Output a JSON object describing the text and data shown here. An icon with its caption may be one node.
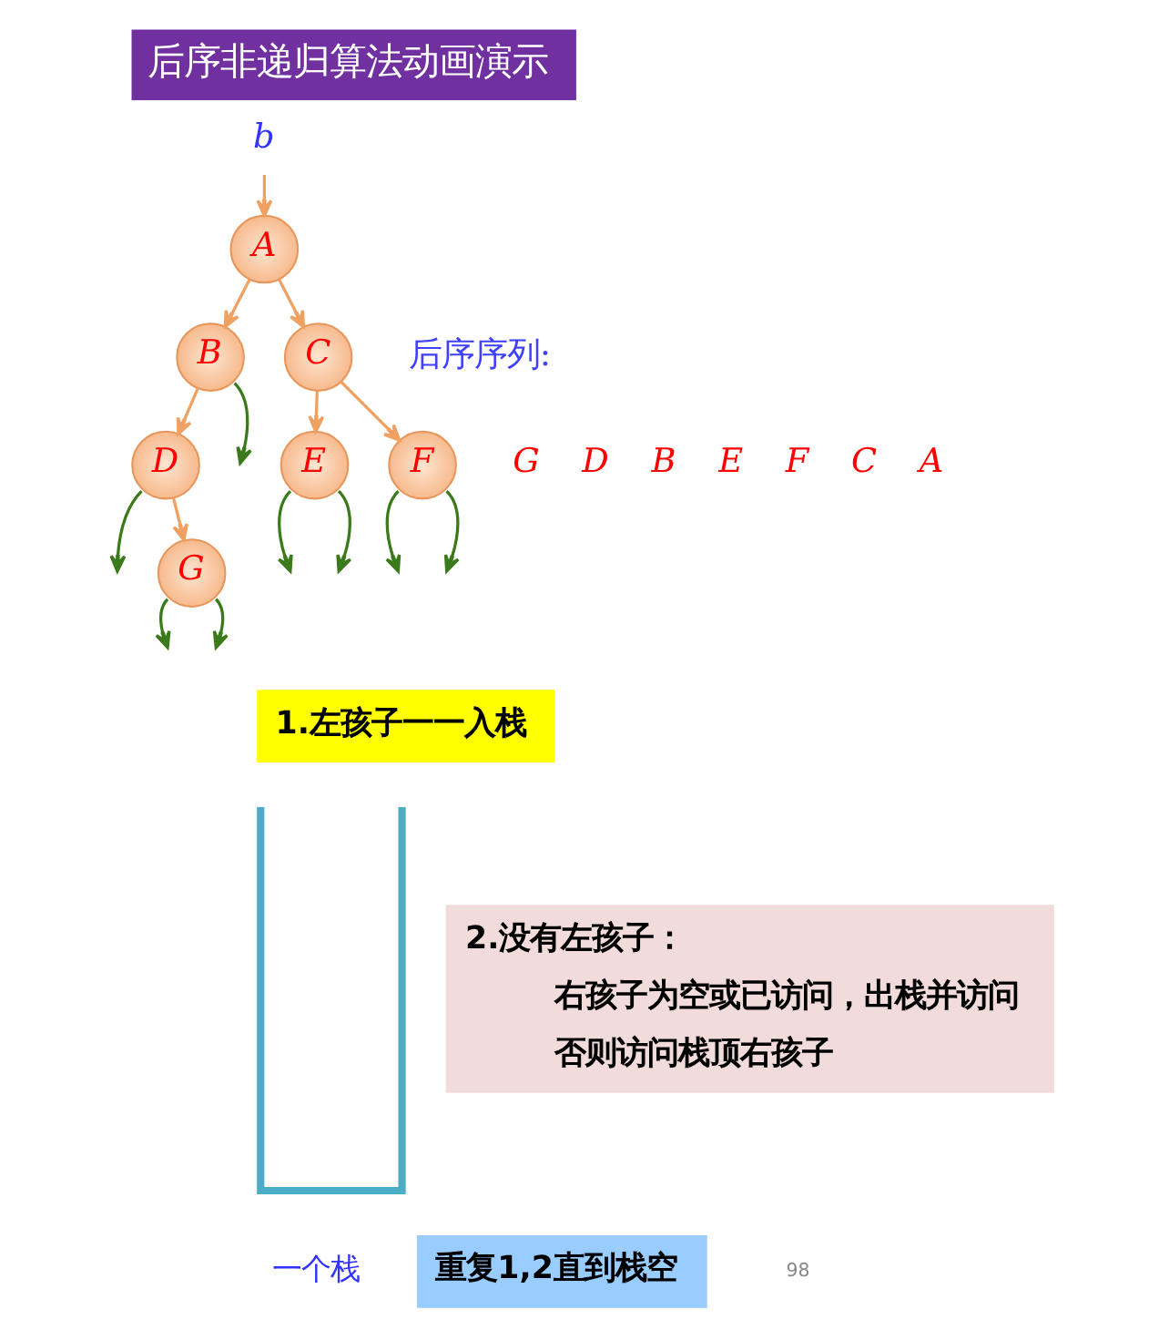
{
  "diagram": {
    "title": "后序非递归算法动画演示",
    "nodes": [
      {
        "text": [
          "b"
        ]
      },
      {
        "text": [
          "A"
        ]
      },
      {
        "text": [
          "B"
        ]
      },
      {
        "text": [
          "C"
        ]
      },
      {
        "text": [
          "D"
        ]
      },
      {
        "text": [
          "E"
        ]
      },
      {
        "text": [
          "F"
        ]
      },
      {
        "text": [
          "G"
        ]
      },
      {
        "text": [],
        "shape": "box",
        "beside": [
          "一个栈"
        ]
      },
      {
        "text": [
          "1.左孩子一一入栈"
        ]
      },
      {
        "text": [
          "2.没有左孩子：",
          "右孩子为空或已访问，出栈并访问",
          "否则访问栈顶右孩子"
        ]
      },
      {
        "text": [
          "重复1,2直到栈空"
        ]
      }
    ],
    "edges": [
      {
        "from": 0,
        "to": 1,
        "arrow": "to",
        "color": "#f0a060"
      },
      {
        "from": 1,
        "to": 2,
        "arrow": "to",
        "color": "#f0a060"
      },
      {
        "from": 1,
        "to": 3,
        "arrow": "to",
        "color": "#f0a060"
      },
      {
        "from": 2,
        "to": 4,
        "arrow": "to",
        "color": "#f0a060"
      },
      {
        "from": 3,
        "to": 5,
        "arrow": "to",
        "color": "#f0a060"
      },
      {
        "from": 3,
        "to": 6,
        "arrow": "to",
        "color": "#f0a060"
      },
      {
        "from": 4,
        "to": 7,
        "arrow": "to",
        "color": "#f0a060"
      },
      {
        "from": 2,
        "to": null,
        "arrow": "to",
        "color": "#3a7a1a"
      },
      {
        "from": 4,
        "to": null,
        "arrow": "to",
        "color": "#3a7a1a"
      },
      {
        "from": 5,
        "to": null,
        "arrow": "to",
        "color": "#3a7a1a"
      },
      {
        "from": 5,
        "to": null,
        "arrow": "to",
        "color": "#3a7a1a"
      },
      {
        "from": 6,
        "to": null,
        "arrow": "to",
        "color": "#3a7a1a"
      },
      {
        "from": 6,
        "to": null,
        "arrow": "to",
        "color": "#3a7a1a"
      },
      {
        "from": 7,
        "to": null,
        "arrow": "to",
        "color": "#3a7a1a"
      },
      {
        "from": 7,
        "to": null,
        "arrow": "to",
        "color": "#3a7a1a"
      }
    ],
    "labels": [
      "后序序列:",
      "G D B E F C A",
      "98"
    ]
  }
}
